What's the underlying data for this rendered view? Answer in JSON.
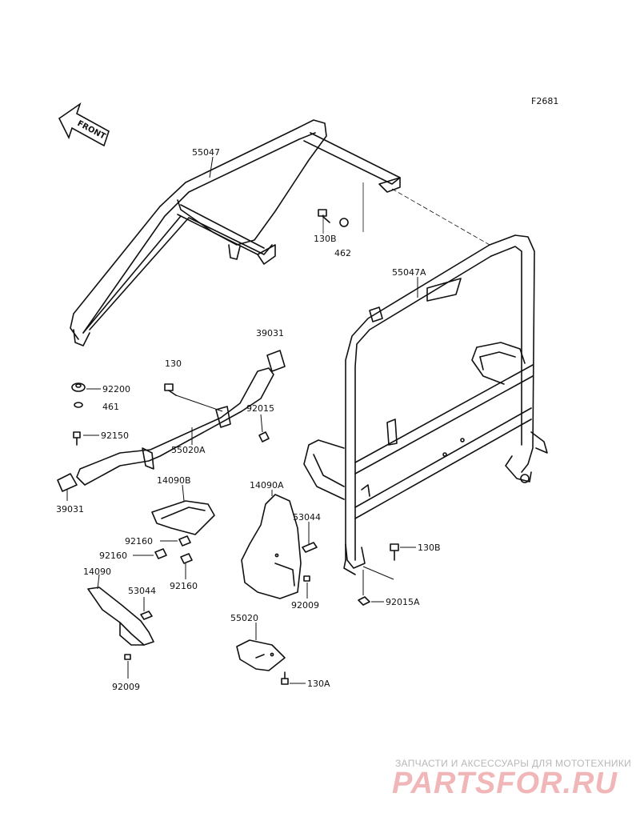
{
  "figure_code": "F2681",
  "front_label": "FRONT",
  "labels": {
    "p55047": "55047",
    "p130B_top": "130B",
    "p462": "462",
    "p55047A": "55047A",
    "p39031_top": "39031",
    "p130": "130",
    "p92200": "92200",
    "p461": "461",
    "p92015": "92015",
    "p92150": "92150",
    "p55020A": "55020A",
    "p39031_bot": "39031",
    "p14090B": "14090B",
    "p14090A": "14090A",
    "p53044_right": "53044",
    "p92160_a": "92160",
    "p92160_b": "92160",
    "p92160_c": "92160",
    "p14090": "14090",
    "p53044_left": "53044",
    "p130B_right": "130B",
    "p92009_mid": "92009",
    "p92015A": "92015A",
    "p55020": "55020",
    "p130A": "130A",
    "p92009_bot": "92009"
  },
  "watermark": {
    "tagline": "ЗАПЧАСТИ И АКСЕССУАРЫ ДЛЯ МОТОТЕХНИКИ",
    "logo": "PARTSFOR.RU"
  }
}
